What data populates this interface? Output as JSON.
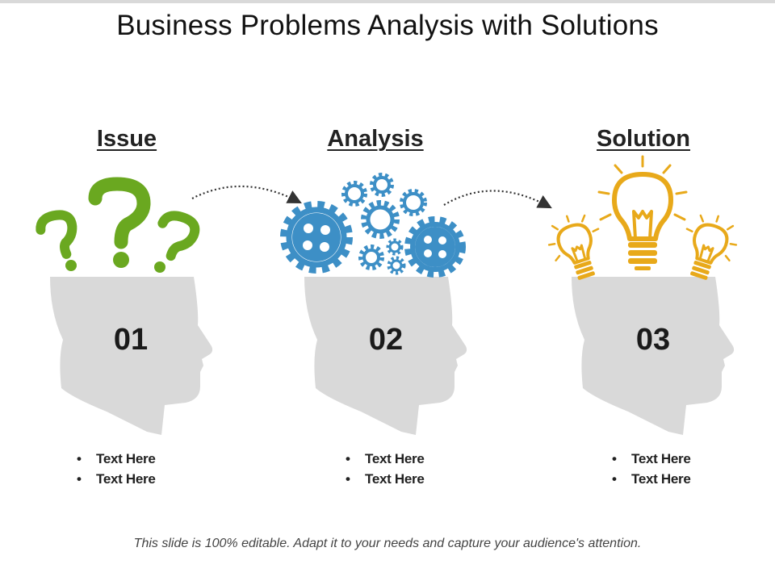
{
  "slide": {
    "title": "Business Problems Analysis with Solutions",
    "footer": "This slide is 100% editable. Adapt it to your needs and capture your audience's attention."
  },
  "stages": [
    {
      "heading": "Issue",
      "number": "01",
      "bullets": [
        "Text Here",
        "Text Here"
      ],
      "icon": "question-marks-icon",
      "color": "#6aa820"
    },
    {
      "heading": "Analysis",
      "number": "02",
      "bullets": [
        "Text Here",
        "Text Here"
      ],
      "icon": "gears-icon",
      "color": "#3d8fc6"
    },
    {
      "heading": "Solution",
      "number": "03",
      "bullets": [
        "Text Here",
        "Text Here"
      ],
      "icon": "light-bulbs-icon",
      "color": "#e8a91a"
    }
  ],
  "colors": {
    "head": "#d9d9d9",
    "arrow": "#333333"
  }
}
